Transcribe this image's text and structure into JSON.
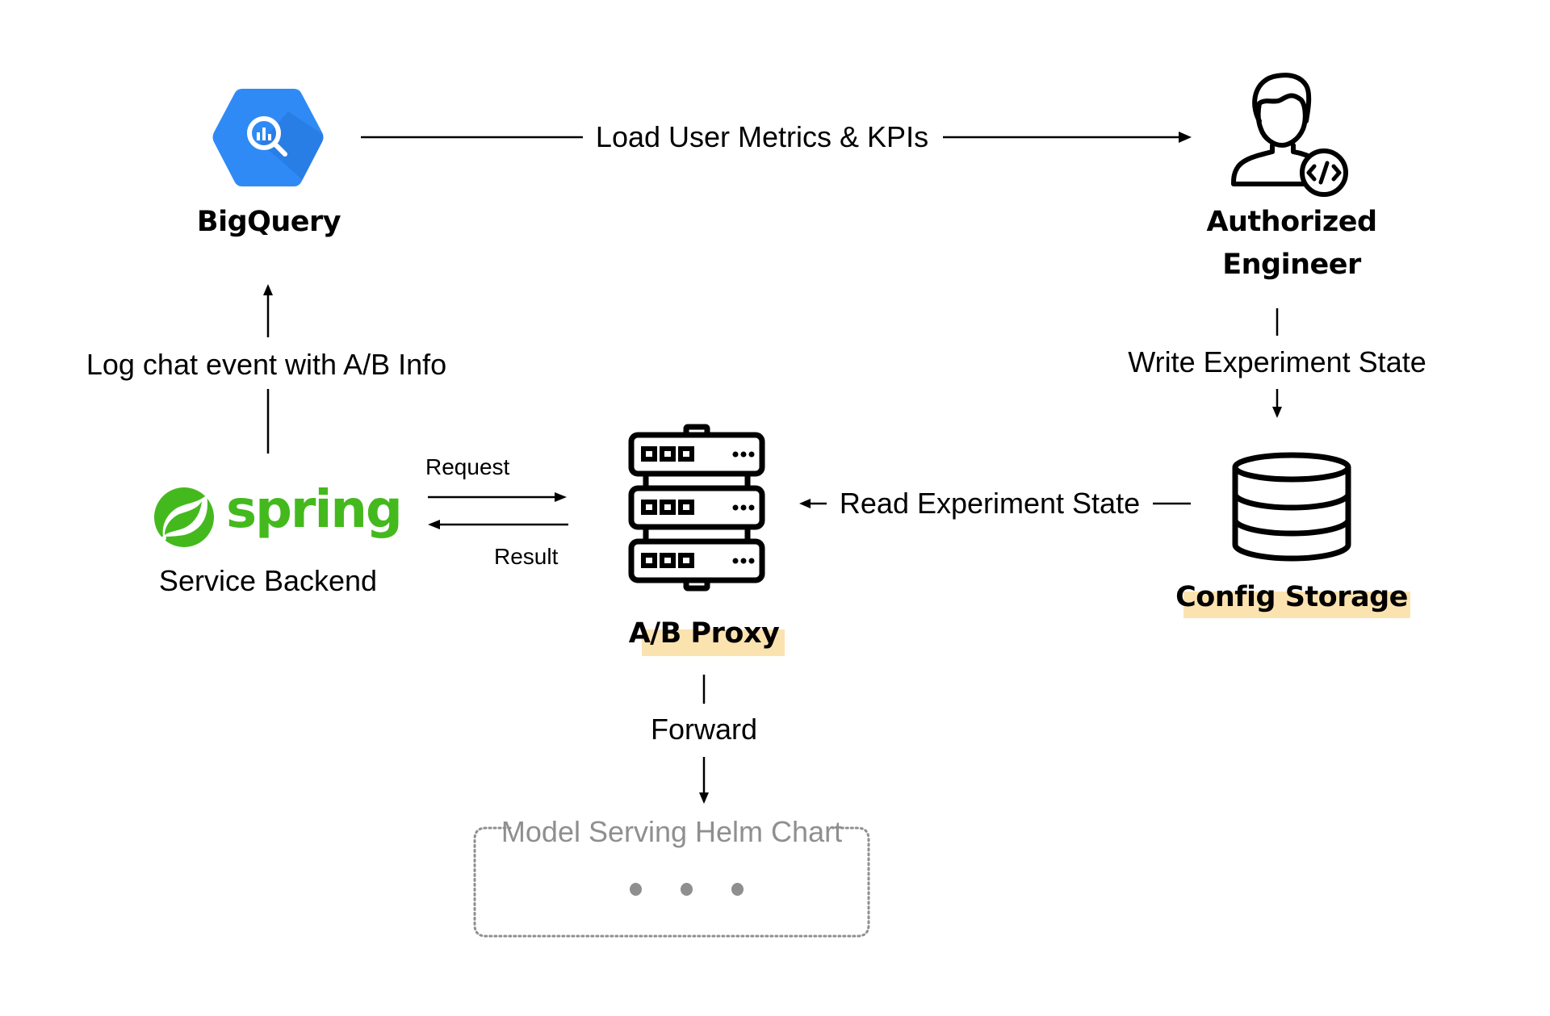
{
  "diagram": {
    "nodes": {
      "bigquery": {
        "label": "BigQuery",
        "icon": "bigquery-hexagon-icon",
        "color": "#2f8af5"
      },
      "engineer": {
        "label_line1": "Authorized",
        "label_line2": "Engineer",
        "icon": "engineer-code-icon"
      },
      "spring": {
        "logo_text": "spring",
        "label": "Service Backend",
        "icon": "spring-leaf-icon",
        "color": "#44b91e"
      },
      "proxy": {
        "label": "A/B Proxy",
        "icon": "server-rack-icon",
        "highlight_color": "#fbe3b0"
      },
      "config": {
        "label": "Config Storage",
        "icon": "database-icon",
        "highlight_color": "#fbe3b0"
      },
      "helm": {
        "label": "Model Serving Helm Chart",
        "placeholder": "• • •",
        "color": "#8f8f8f"
      }
    },
    "edges": {
      "load_metrics": "Load User Metrics & KPIs",
      "log_event": "Log chat event with A/B Info",
      "write_state": "Write Experiment State",
      "read_state": "Read Experiment State",
      "request": "Request",
      "result": "Result",
      "forward": "Forward"
    }
  }
}
